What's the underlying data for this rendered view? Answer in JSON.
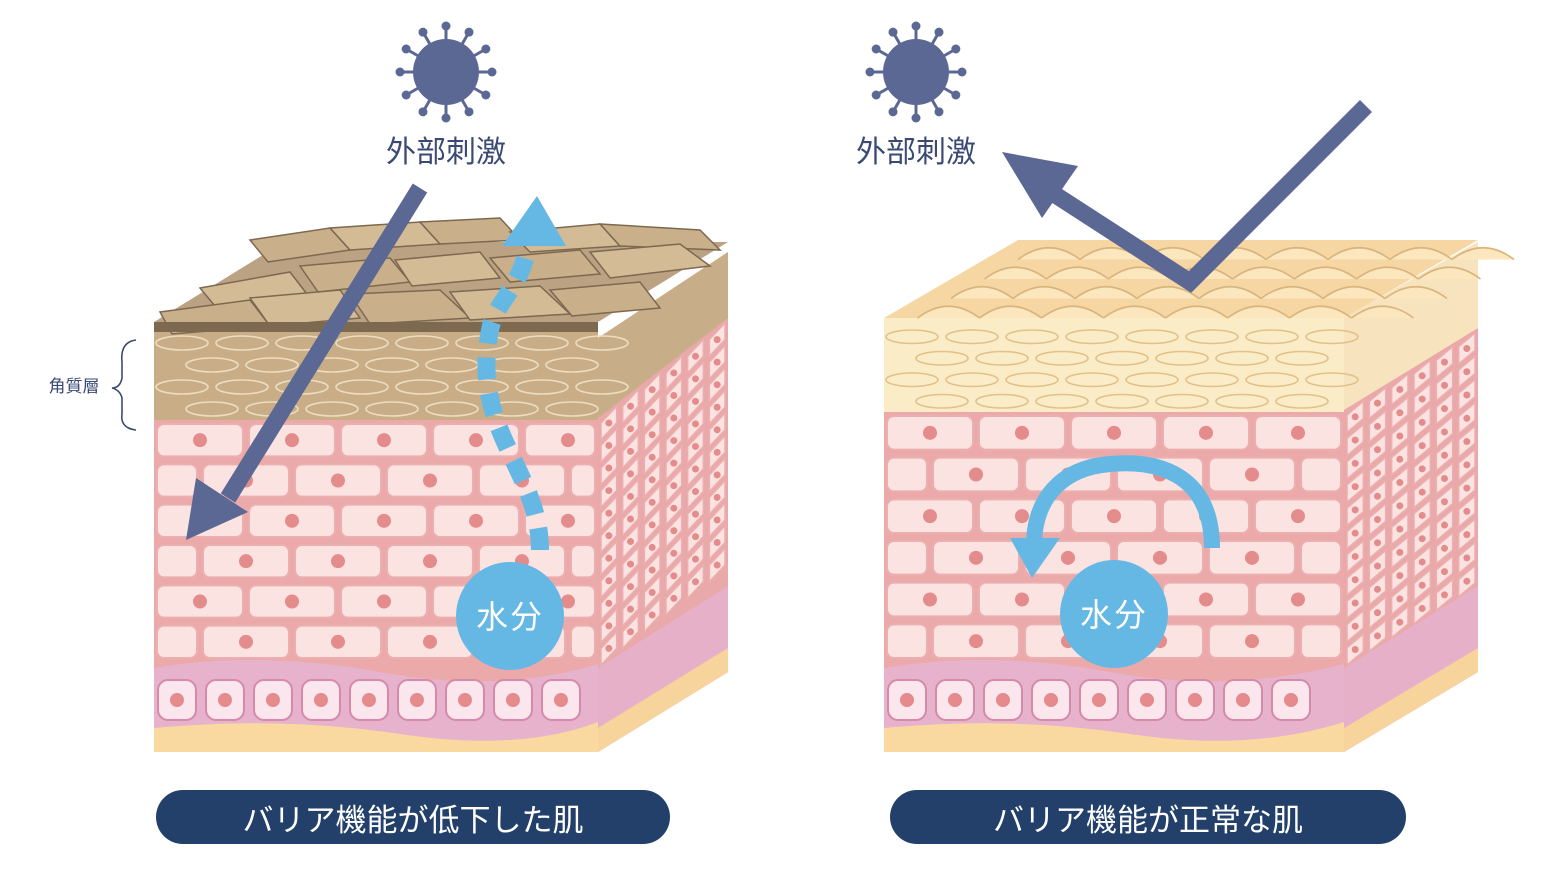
{
  "left_panel": {
    "stimulus_label": "外部刺激",
    "layer_label": "角質層",
    "water_label": "水分",
    "caption": "バリア機能が低下した肌"
  },
  "right_panel": {
    "stimulus_label": "外部刺激",
    "water_label": "水分",
    "caption": "バリア機能が正常な肌"
  },
  "colors": {
    "virus": "#5b6893",
    "arrow": "#5b6893",
    "water": "#66b8e4",
    "caption_bg": "#23406b",
    "cell_front": "#ecaeae",
    "cell_fill": "#fbe3e1",
    "nucleus": "#e48c8c",
    "damaged_top": "#cdb590",
    "healthy_top": "#fbe2b4",
    "basal": "#e8b2cc",
    "dermis": "#fbdca4"
  }
}
